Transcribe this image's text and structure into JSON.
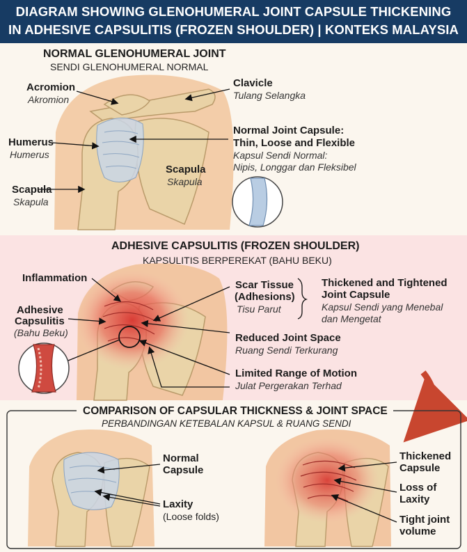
{
  "header": {
    "line1": "DIAGRAM SHOWING GLENOHUMERAL JOINT CAPSULE THICKENING",
    "line2": "IN ADHESIVE CAPSULITIS (FROZEN SHOULDER) | KONTEKS MALAYSIA"
  },
  "normal": {
    "title": "NORMAL GLENOHUMERAL JOINT",
    "subtitle": "SENDI GLENOHUMERAL NORMAL",
    "acromion_en": "Acromion",
    "acromion_ms": "Akromion",
    "clavicle_en": "Clavicle",
    "clavicle_ms": "Tulang Selangka",
    "humerus_en": "Humerus",
    "humerus_ms": "Humerus",
    "capsule_en1": "Normal Joint Capsule:",
    "capsule_en2": "Thin, Loose and Flexible",
    "capsule_ms1": "Kapsul Sendi Normal:",
    "capsule_ms2": "Nipis, Longgar dan Fleksibel",
    "scapula_mid_en": "Scapula",
    "scapula_mid_ms": "Skapula",
    "scapula_left_en": "Scapula",
    "scapula_left_ms": "Skapula"
  },
  "adhesive": {
    "title": "ADHESIVE CAPSULITIS (FROZEN SHOULDER)",
    "subtitle": "KAPSULITIS BERPEREKAT (BAHU BEKU)",
    "inflammation": "Inflammation",
    "adhesive_en1": "Adhesive",
    "adhesive_en2": "Capsulitis",
    "adhesive_ms": "(Bahu Beku)",
    "scar_en1": "Scar Tissue",
    "scar_en2": "(Adhesions)",
    "scar_ms": "Tisu Parut",
    "thick_en1": "Thickened and Tightened",
    "thick_en2": "Joint Capsule",
    "thick_ms1": "Kapsul Sendi yang Menebal",
    "thick_ms2": "dan Mengetat",
    "space_en": "Reduced Joint Space",
    "space_ms": "Ruang Sendi Terkurang",
    "motion_en": "Limited Range of Motion",
    "motion_ms": "Julat Pergerakan Terhad"
  },
  "comparison": {
    "title": "COMPARISON OF CAPSULAR THICKNESS & JOINT SPACE",
    "subtitle": "PERBANDINGAN KETEBALAN KAPSUL & RUANG SENDI",
    "normal1": "Normal",
    "normal2": "Capsule",
    "laxity": "Laxity",
    "laxity_sub": "(Loose folds)",
    "thick1": "Thickened",
    "thick2": "Capsule",
    "loss1": "Loss of",
    "loss2": "Laxity",
    "tight1": "Tight joint",
    "tight2": "volume"
  },
  "colors": {
    "header": "#173b63",
    "bone": "#ecd6ae",
    "skin": "#f2c9a4",
    "capsule_normal": "#c9d6e6",
    "inflamed": "#e0504a",
    "section2_bg": "#fbe3e3",
    "arrow": "#c8462f"
  }
}
